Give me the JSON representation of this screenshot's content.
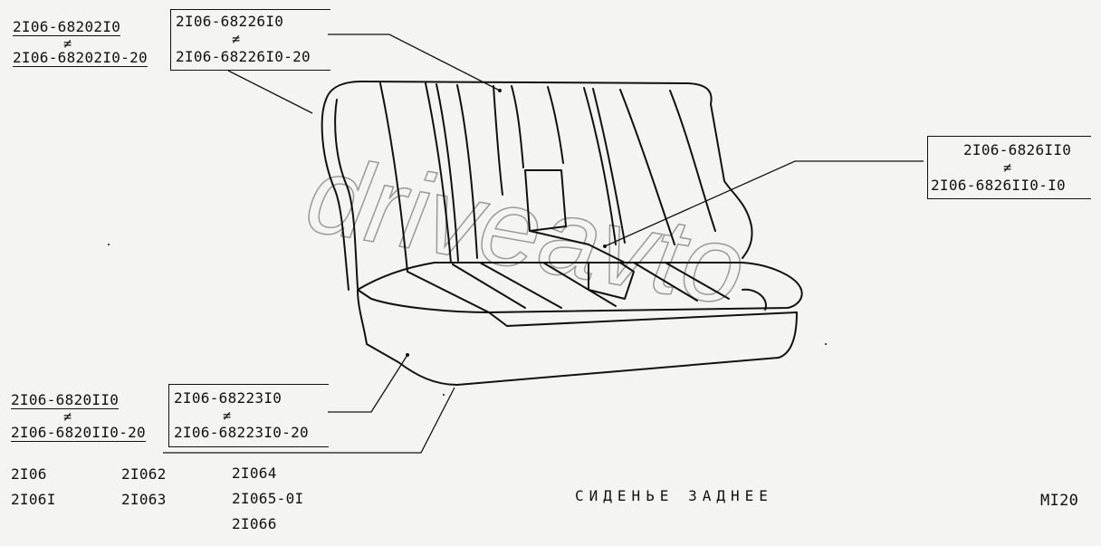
{
  "callouts": {
    "top_left": {
      "a": "2I06-68202I0",
      "neq": "≠",
      "b": "2I06-68202I0-20"
    },
    "top_mid": {
      "a": "2I06-68226I0",
      "neq": "≠",
      "b": "2I06-68226I0-20"
    },
    "right": {
      "a": "2I06-6826II0",
      "neq": "≠",
      "b": "2I06-6826II0-I0"
    },
    "bottom_left": {
      "a": "2I06-6820II0",
      "neq": "≠",
      "b": "2I06-6820II0-20"
    },
    "bottom_mid": {
      "a": "2I06-68223I0",
      "neq": "≠",
      "b": "2I06-68223I0-20"
    }
  },
  "models": {
    "col1": [
      "2I06",
      "2I06I"
    ],
    "col2": [
      "2I062",
      "2I063"
    ],
    "col3": [
      "2I064",
      "2I065-0I",
      "2I066"
    ]
  },
  "title": "СИДЕНЬЕ ЗАДНЕЕ",
  "page_code": "MI20",
  "watermark": "driveavto"
}
